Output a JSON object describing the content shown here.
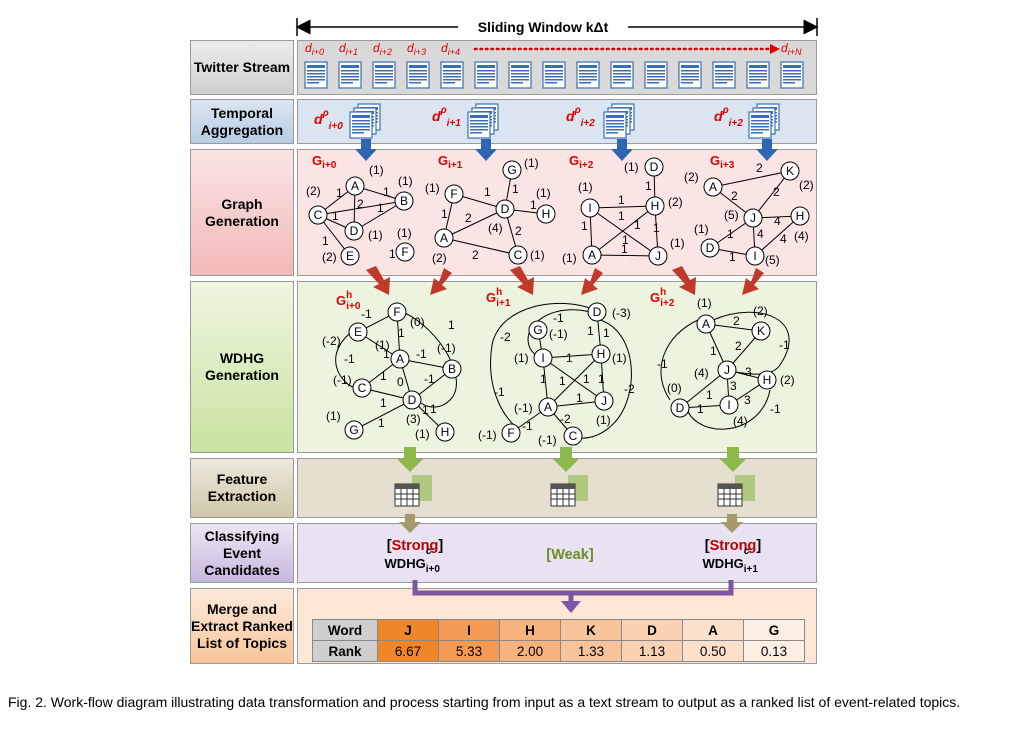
{
  "window_label": "Sliding Window kΔt",
  "stages": {
    "twitter": "Twitter Stream",
    "temporal": "Temporal Aggregation",
    "graph": "Graph Generation",
    "wdhg": "WDHG Generation",
    "feature": "Feature Extraction",
    "classify": "Classifying Event Candidates",
    "merge": "Merge and Extract Ranked List of Topics"
  },
  "stream_labels": [
    "d_{i+0}",
    "d_{i+1}",
    "d_{i+2}",
    "d_{i+3}",
    "d_{i+4}",
    "d_{i+N}"
  ],
  "aggregates": [
    "d^ρ_{i+0}",
    "d^ρ_{i+1}",
    "d^ρ_{i+2}",
    "d^ρ_{i+2}"
  ],
  "graph_labels": [
    "G_{i+0}",
    "G_{i+1}",
    "G_{i+2}",
    "G_{i+3}"
  ],
  "wdhg_labels": [
    "G^h_{i+0}",
    "G^h_{i+1}",
    "G^h_{i+2}"
  ],
  "classification": [
    {
      "label": "Strong",
      "name": "WDHG",
      "sub": "i+0",
      "sup": "c"
    },
    {
      "label": "Weak"
    },
    {
      "label": "Strong",
      "name": "WDHG",
      "sub": "i+1",
      "sup": "c"
    }
  ],
  "ranked": {
    "header_word": "Word",
    "header_rank": "Rank",
    "words": [
      "J",
      "I",
      "H",
      "K",
      "D",
      "A",
      "G"
    ],
    "ranks": [
      "6.67",
      "5.33",
      "2.00",
      "1.33",
      "1.13",
      "0.50",
      "0.13"
    ]
  },
  "caption": "Fig. 2. Work-flow diagram illustrating data transformation and process starting from input as a text stream to output as a ranked list of event-related topics.",
  "colors": {
    "stream_bg": "#d9d9d9",
    "temporal_bg": "#dbe5f1",
    "graph_bg": "#fadede",
    "wdhg_bg": "#ebf3dc",
    "feature_bg": "#e4dfcf",
    "classify_bg": "#e5dff0",
    "merge_bg": "#fce4d0",
    "arrow_blue": "#2f66b3",
    "arrow_red": "#c0392b",
    "arrow_green": "#8db94a",
    "arrow_tan": "#a69a6a",
    "arrow_purple": "#7a56a5",
    "label_red": "#e00000"
  }
}
